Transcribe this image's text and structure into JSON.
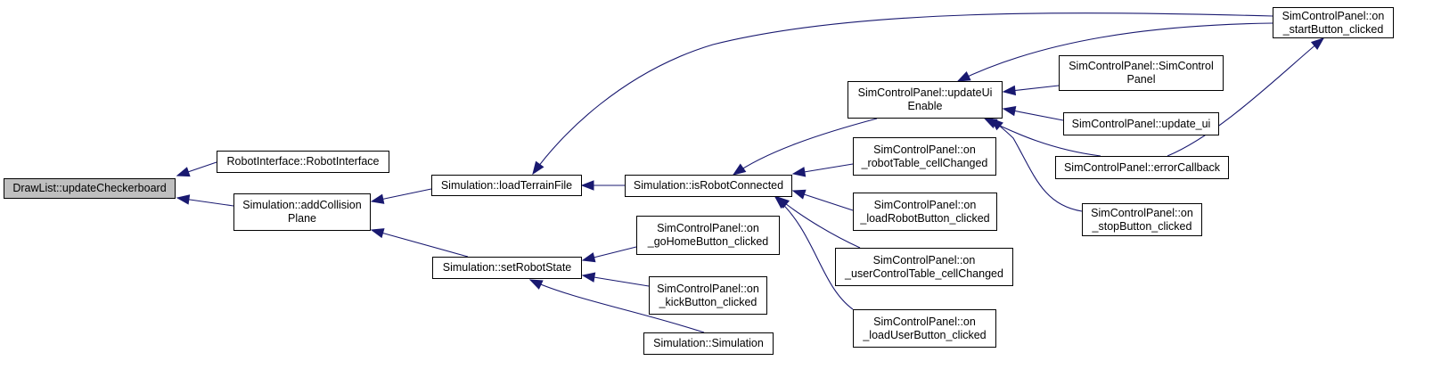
{
  "diagram": {
    "type": "call-graph",
    "colors": {
      "edge": "#191970",
      "root_fill": "#bfbfbf",
      "node_fill": "#ffffff",
      "border": "#000000"
    },
    "nodes": {
      "update_checkerboard": "DrawList::updateCheckerboard",
      "robot_interface_ctor": "RobotInterface::RobotInterface",
      "add_collision_plane": "Simulation::addCollision\nPlane",
      "load_terrain_file": "Simulation::loadTerrainFile",
      "set_robot_state": "Simulation::setRobotState",
      "is_robot_connected": "Simulation::isRobotConnected",
      "go_home_clicked": "SimControlPanel::on\n_goHomeButton_clicked",
      "kick_clicked": "SimControlPanel::on\n_kickButton_clicked",
      "simulation_ctor": "Simulation::Simulation",
      "update_ui_enable": "SimControlPanel::updateUi\nEnable",
      "robot_table_changed": "SimControlPanel::on\n_robotTable_cellChanged",
      "load_robot_clicked": "SimControlPanel::on\n_loadRobotButton_clicked",
      "user_control_table_changed": "SimControlPanel::on\n_userControlTable_cellChanged",
      "load_user_clicked": "SimControlPanel::on\n_loadUserButton_clicked",
      "sim_control_panel_ctor": "SimControlPanel::SimControl\nPanel",
      "update_ui": "SimControlPanel::update_ui",
      "error_callback": "SimControlPanel::errorCallback",
      "stop_clicked": "SimControlPanel::on\n_stopButton_clicked",
      "start_clicked": "SimControlPanel::on\n_startButton_clicked"
    },
    "edges": [
      {
        "from": "robot_interface_ctor",
        "to": "update_checkerboard"
      },
      {
        "from": "add_collision_plane",
        "to": "update_checkerboard"
      },
      {
        "from": "load_terrain_file",
        "to": "add_collision_plane"
      },
      {
        "from": "set_robot_state",
        "to": "add_collision_plane"
      },
      {
        "from": "is_robot_connected",
        "to": "load_terrain_file"
      },
      {
        "from": "start_clicked",
        "to": "load_terrain_file"
      },
      {
        "from": "go_home_clicked",
        "to": "set_robot_state"
      },
      {
        "from": "kick_clicked",
        "to": "set_robot_state"
      },
      {
        "from": "simulation_ctor",
        "to": "set_robot_state"
      },
      {
        "from": "update_ui_enable",
        "to": "is_robot_connected"
      },
      {
        "from": "robot_table_changed",
        "to": "is_robot_connected"
      },
      {
        "from": "load_robot_clicked",
        "to": "is_robot_connected"
      },
      {
        "from": "user_control_table_changed",
        "to": "is_robot_connected"
      },
      {
        "from": "load_user_clicked",
        "to": "is_robot_connected"
      },
      {
        "from": "start_clicked",
        "to": "update_ui_enable"
      },
      {
        "from": "sim_control_panel_ctor",
        "to": "update_ui_enable"
      },
      {
        "from": "update_ui",
        "to": "update_ui_enable"
      },
      {
        "from": "error_callback",
        "to": "update_ui_enable"
      },
      {
        "from": "stop_clicked",
        "to": "update_ui_enable"
      },
      {
        "from": "error_callback",
        "to": "start_clicked"
      }
    ]
  }
}
